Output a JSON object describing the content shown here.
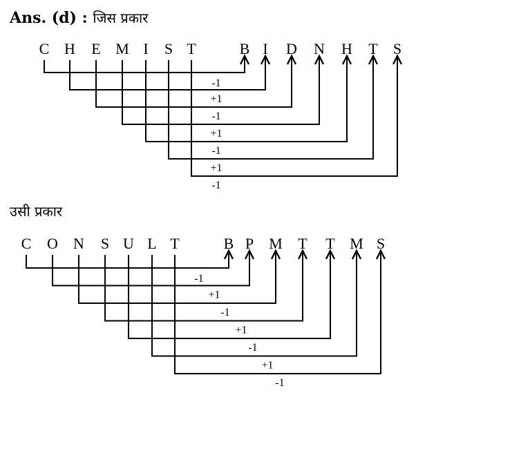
{
  "header": {
    "answer_label": "Ans. (d) :",
    "hindi_label": "जिस प्रकार"
  },
  "second_label": "उसी प्रकार",
  "diagrams": [
    {
      "source": [
        "C",
        "H",
        "E",
        "M",
        "I",
        "S",
        "T"
      ],
      "target": [
        "B",
        "I",
        "D",
        "N",
        "H",
        "T",
        "S"
      ],
      "ops": [
        "-1",
        "+1",
        "-1",
        "+1",
        "-1",
        "+1",
        "-1"
      ]
    },
    {
      "source": [
        "C",
        "O",
        "N",
        "S",
        "U",
        "L",
        "T"
      ],
      "target": [
        "B",
        "P",
        "M",
        "T",
        "T",
        "M",
        "S"
      ],
      "ops": [
        "-1",
        "+1",
        "-1",
        "+1",
        "-1",
        "+1",
        "-1"
      ]
    }
  ]
}
